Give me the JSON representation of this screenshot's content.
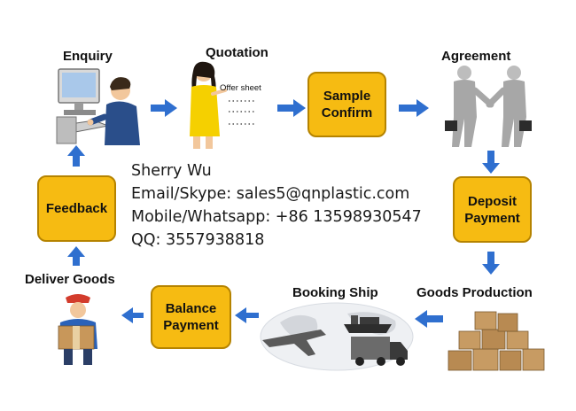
{
  "steps": {
    "enquiry": "Enquiry",
    "quotation": "Quotation",
    "agreement": "Agreement",
    "sample_confirm": [
      "Sample",
      "Confirm"
    ],
    "deposit_payment": [
      "Deposit",
      "Payment"
    ],
    "goods_production": "Goods Production",
    "booking_ship": "Booking Ship",
    "balance_payment": [
      "Balance",
      "Payment"
    ],
    "deliver_goods": "Deliver Goods",
    "feedback": "Feedback"
  },
  "offer_sheet": "Offer sheet",
  "contact": {
    "name": "Sherry Wu",
    "email": "Email/Skype: sales5@qnplastic.com",
    "mobile": "Mobile/Whatsapp: +86 13598930547",
    "qq": "QQ: 3557938818"
  },
  "colors": {
    "box_fill": "#f6bb12",
    "box_border": "#b58300",
    "arrow": "#2f6fcf"
  }
}
